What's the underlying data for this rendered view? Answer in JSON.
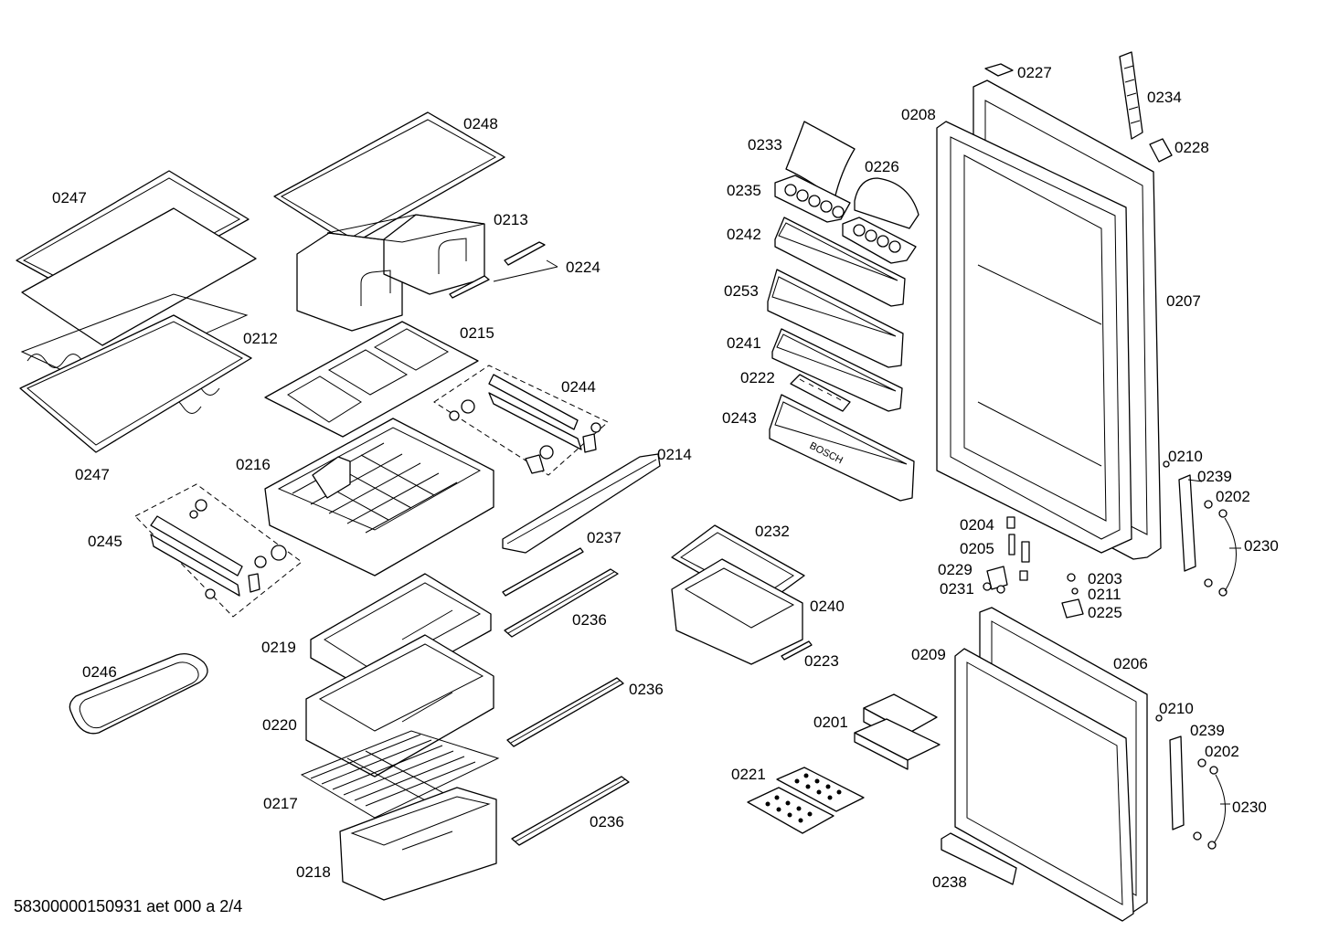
{
  "parts": [
    {
      "id": "0201",
      "label": "0201"
    },
    {
      "id": "0202a",
      "label": "0202"
    },
    {
      "id": "0202b",
      "label": "0202"
    },
    {
      "id": "0203",
      "label": "0203"
    },
    {
      "id": "0204",
      "label": "0204"
    },
    {
      "id": "0205",
      "label": "0205"
    },
    {
      "id": "0206",
      "label": "0206"
    },
    {
      "id": "0207",
      "label": "0207"
    },
    {
      "id": "0208",
      "label": "0208"
    },
    {
      "id": "0209",
      "label": "0209"
    },
    {
      "id": "0210a",
      "label": "0210"
    },
    {
      "id": "0210b",
      "label": "0210"
    },
    {
      "id": "0211",
      "label": "0211"
    },
    {
      "id": "0212",
      "label": "0212"
    },
    {
      "id": "0213",
      "label": "0213"
    },
    {
      "id": "0214",
      "label": "0214"
    },
    {
      "id": "0215",
      "label": "0215"
    },
    {
      "id": "0216",
      "label": "0216"
    },
    {
      "id": "0217",
      "label": "0217"
    },
    {
      "id": "0218",
      "label": "0218"
    },
    {
      "id": "0219",
      "label": "0219"
    },
    {
      "id": "0220",
      "label": "0220"
    },
    {
      "id": "0221",
      "label": "0221"
    },
    {
      "id": "0222",
      "label": "0222"
    },
    {
      "id": "0223",
      "label": "0223"
    },
    {
      "id": "0224",
      "label": "0224"
    },
    {
      "id": "0225",
      "label": "0225"
    },
    {
      "id": "0226",
      "label": "0226"
    },
    {
      "id": "0227",
      "label": "0227"
    },
    {
      "id": "0228",
      "label": "0228"
    },
    {
      "id": "0229",
      "label": "0229"
    },
    {
      "id": "0230a",
      "label": "0230"
    },
    {
      "id": "0230b",
      "label": "0230"
    },
    {
      "id": "0231",
      "label": "0231"
    },
    {
      "id": "0232",
      "label": "0232"
    },
    {
      "id": "0233",
      "label": "0233"
    },
    {
      "id": "0234",
      "label": "0234"
    },
    {
      "id": "0235",
      "label": "0235"
    },
    {
      "id": "0236a",
      "label": "0236"
    },
    {
      "id": "0236b",
      "label": "0236"
    },
    {
      "id": "0236c",
      "label": "0236"
    },
    {
      "id": "0237",
      "label": "0237"
    },
    {
      "id": "0238",
      "label": "0238"
    },
    {
      "id": "0239a",
      "label": "0239"
    },
    {
      "id": "0239b",
      "label": "0239"
    },
    {
      "id": "0240",
      "label": "0240"
    },
    {
      "id": "0241",
      "label": "0241"
    },
    {
      "id": "0242",
      "label": "0242"
    },
    {
      "id": "0243",
      "label": "0243"
    },
    {
      "id": "0244",
      "label": "0244"
    },
    {
      "id": "0245",
      "label": "0245"
    },
    {
      "id": "0246",
      "label": "0246"
    },
    {
      "id": "0247a",
      "label": "0247"
    },
    {
      "id": "0247b",
      "label": "0247"
    },
    {
      "id": "0248",
      "label": "0248"
    },
    {
      "id": "0253",
      "label": "0253"
    }
  ],
  "brand_text": "BOSCH",
  "footer": "58300000150931 aet 000 a 2/4"
}
